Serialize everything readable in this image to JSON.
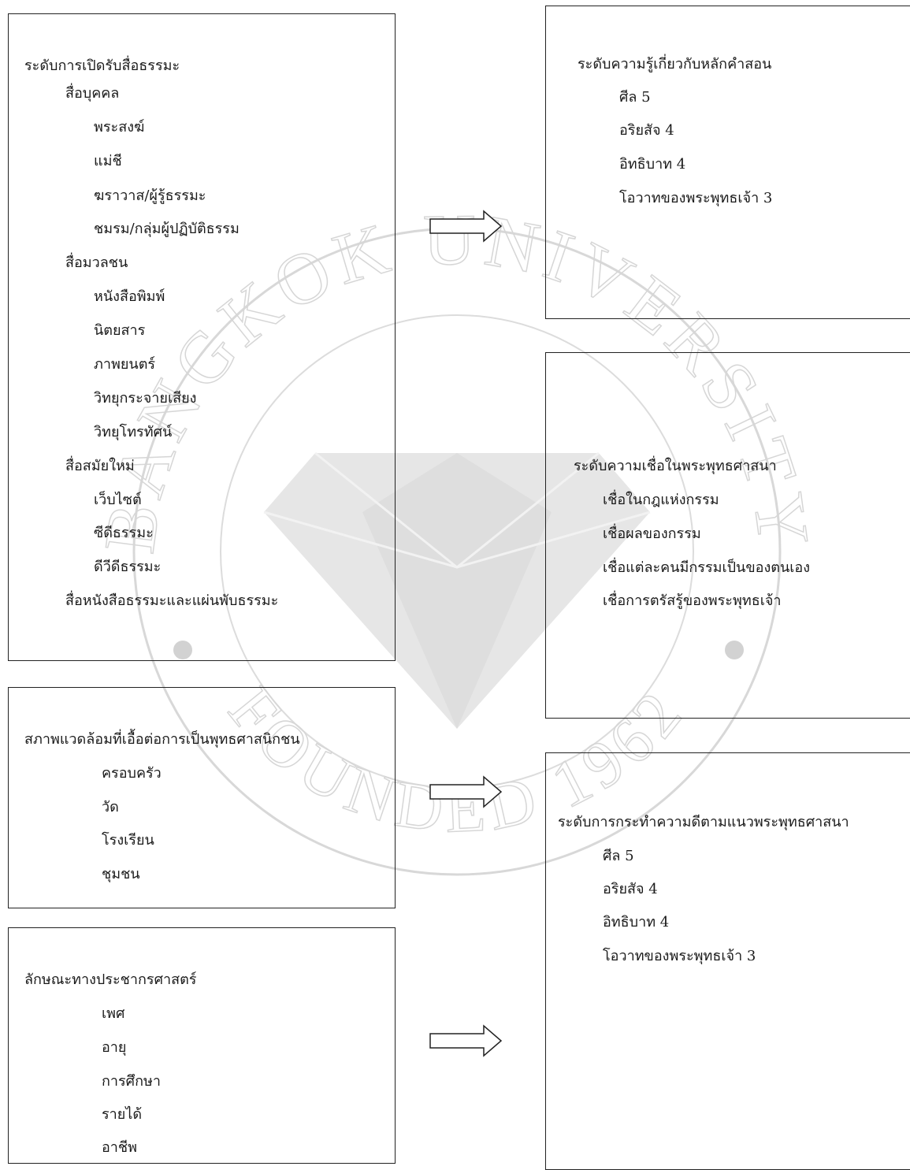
{
  "watermark": {
    "text": "BANGKOK UNIVERSITY",
    "founded": "FOUNDED 1962",
    "color": "#d8d8d8"
  },
  "left_boxes": {
    "media_exposure": {
      "title": "ระดับการเปิดรับสื่อธรรมะ",
      "personal_media": {
        "label": "สื่อบุคคล",
        "items": [
          "พระสงฆ์",
          "แม่ชี",
          "ฆราวาส/ผู้รู้ธรรมะ",
          "ชมรม/กลุ่มผู้ปฏิบัติธรรม"
        ]
      },
      "mass_media": {
        "label": "สื่อมวลชน",
        "items": [
          "หนังสือพิมพ์",
          "นิตยสาร",
          "ภาพยนตร์",
          "วิทยุกระจายเสียง",
          "วิทยุโทรทัศน์"
        ]
      },
      "new_media": {
        "label": "สื่อสมัยใหม่",
        "items": [
          "เว็บไซต์",
          "ซีดีธรรมะ",
          "ดีวีดีธรรมะ"
        ]
      },
      "print_media": {
        "label": "สื่อหนังสือธรรมะและแผ่นพับธรรมะ"
      }
    },
    "environment": {
      "title": "สภาพแวดล้อมที่เอื้อต่อการเป็นพุทธศาสนิกชน",
      "items": [
        "ครอบครัว",
        "วัด",
        "โรงเรียน",
        "ชุมชน"
      ]
    },
    "demographics": {
      "title": "ลักษณะทางประชากรศาสตร์",
      "items": [
        "เพศ",
        "อายุ",
        "การศึกษา",
        "รายได้",
        "อาชีพ"
      ]
    }
  },
  "right_boxes": {
    "knowledge": {
      "title": "ระดับความรู้เกี่ยวกับหลักคำสอน",
      "items": [
        "ศีล 5",
        "อริยสัจ 4",
        "อิทธิบาท 4",
        "โอวาทของพระพุทธเจ้า 3"
      ]
    },
    "belief": {
      "title": "ระดับความเชื่อในพระพุทธศาสนา",
      "items": [
        "เชื่อในกฎแห่งกรรม",
        "เชื่อผลของกรรม",
        "เชื่อแต่ละคนมีกรรมเป็นของตนเอง",
        "เชื่อการตรัสรู้ของพระพุทธเจ้า"
      ]
    },
    "practice": {
      "title": "ระดับการกระทำความดีตามแนวพระพุทธศาสนา",
      "items": [
        "ศีล 5",
        "อริยสัจ 4",
        "อิทธิบาท 4",
        "โอวาทของพระพุทธเจ้า 3"
      ]
    }
  }
}
